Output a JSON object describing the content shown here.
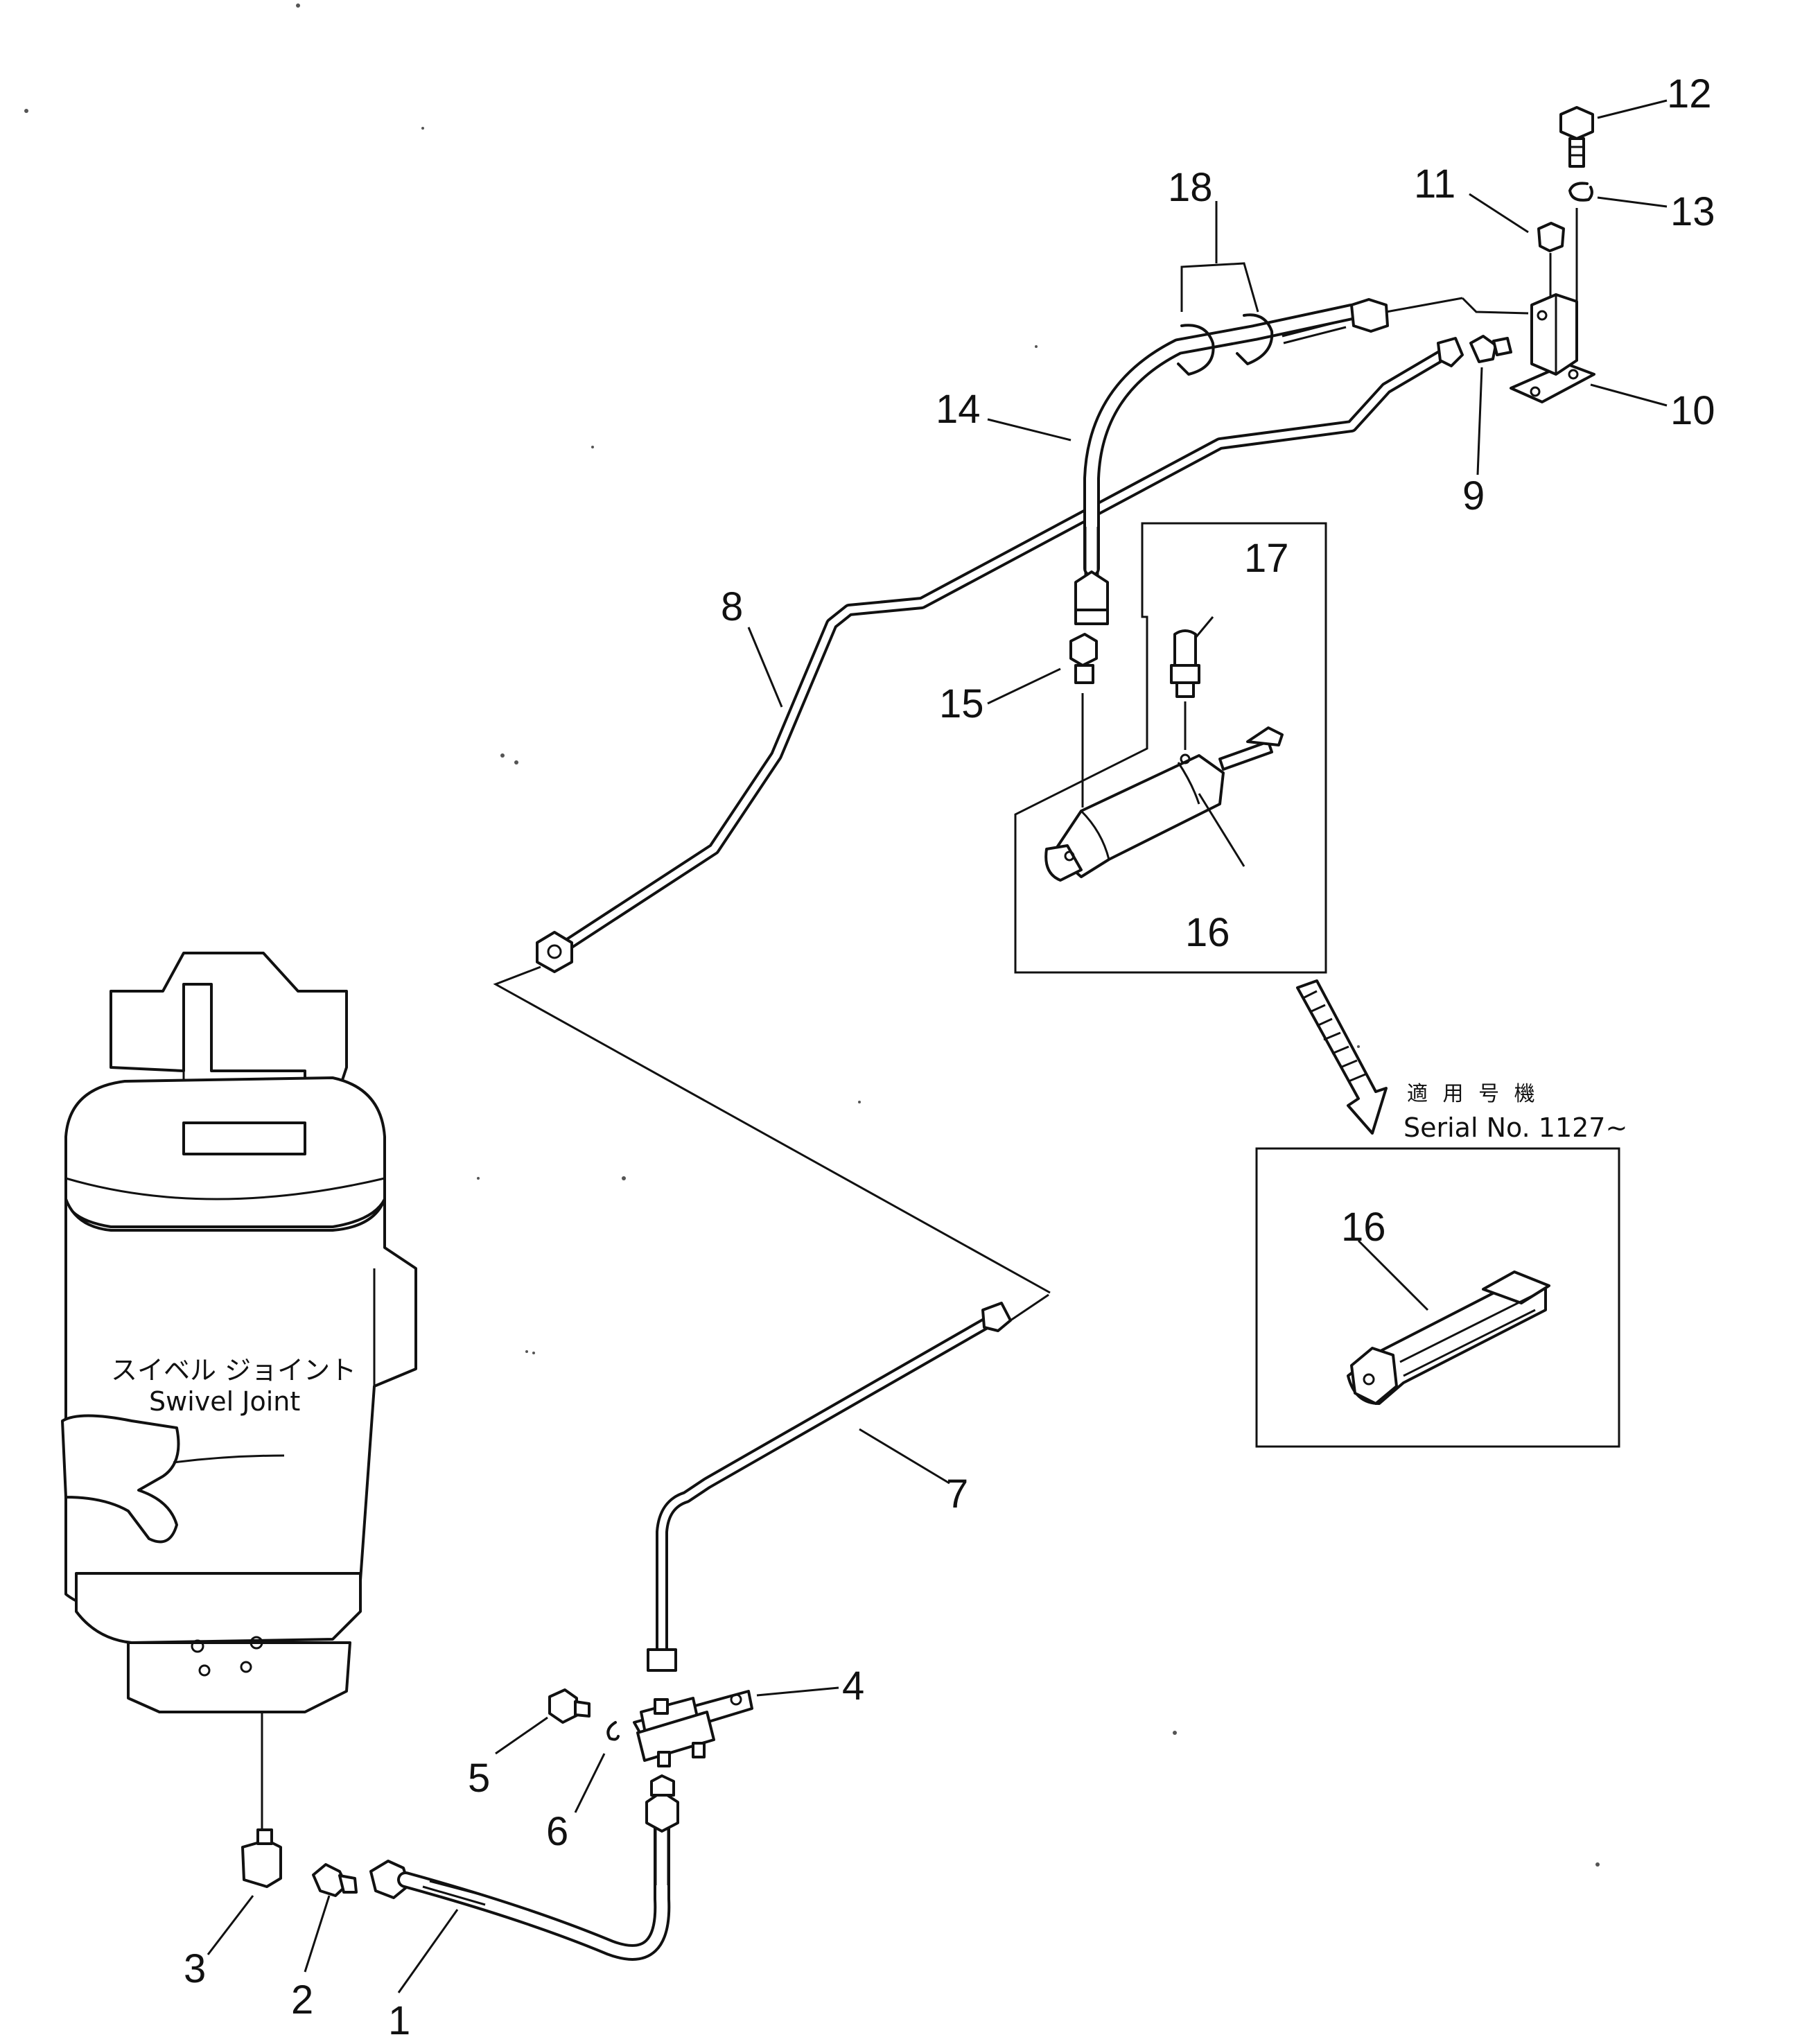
{
  "swivel_joint": {
    "label_jp": "スイベル ジョイント",
    "label_en": "Swivel Joint"
  },
  "serial_note": {
    "label_jp": "適 用 号 機",
    "label_en": "Serial No. 1127~"
  },
  "callouts": [
    {
      "number": "1"
    },
    {
      "number": "2"
    },
    {
      "number": "3"
    },
    {
      "number": "4"
    },
    {
      "number": "5"
    },
    {
      "number": "6"
    },
    {
      "number": "7"
    },
    {
      "number": "8"
    },
    {
      "number": "9"
    },
    {
      "number": "10"
    },
    {
      "number": "11"
    },
    {
      "number": "12"
    },
    {
      "number": "13"
    },
    {
      "number": "14"
    },
    {
      "number": "15"
    },
    {
      "number": "16"
    },
    {
      "number": "17"
    },
    {
      "number": "18"
    },
    {
      "number": "16"
    }
  ]
}
